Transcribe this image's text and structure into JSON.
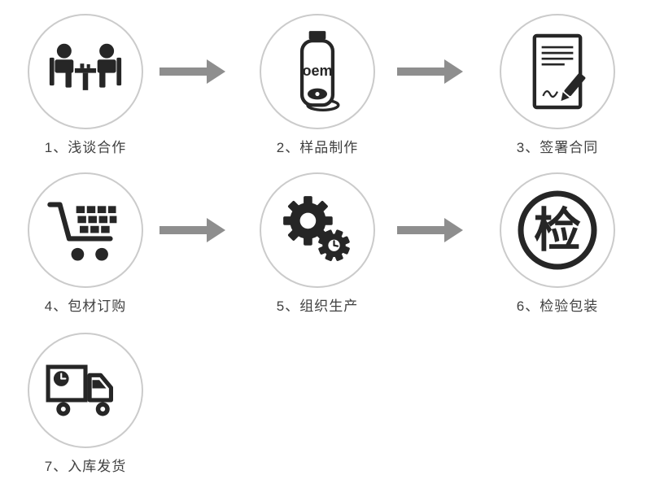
{
  "diagram": {
    "type": "process-flow",
    "steps": [
      {
        "label": "1、浅谈合作",
        "icon": "meeting-icon"
      },
      {
        "label": "2、样品制作",
        "icon": "oem-bottle-icon",
        "icon_text": "oem"
      },
      {
        "label": "3、签署合同",
        "icon": "contract-icon"
      },
      {
        "label": "4、包材订购",
        "icon": "shopping-cart-icon"
      },
      {
        "label": "5、组织生产",
        "icon": "gears-icon"
      },
      {
        "label": "6、检验包装",
        "icon": "inspection-icon",
        "icon_text": "检"
      },
      {
        "label": "7、入库发货",
        "icon": "truck-icon"
      }
    ],
    "colors": {
      "icon": "#262626",
      "circle_border": "#cbcbcb",
      "arrow": "#8e8e8e",
      "label": "#404040",
      "background": "#ffffff"
    }
  }
}
